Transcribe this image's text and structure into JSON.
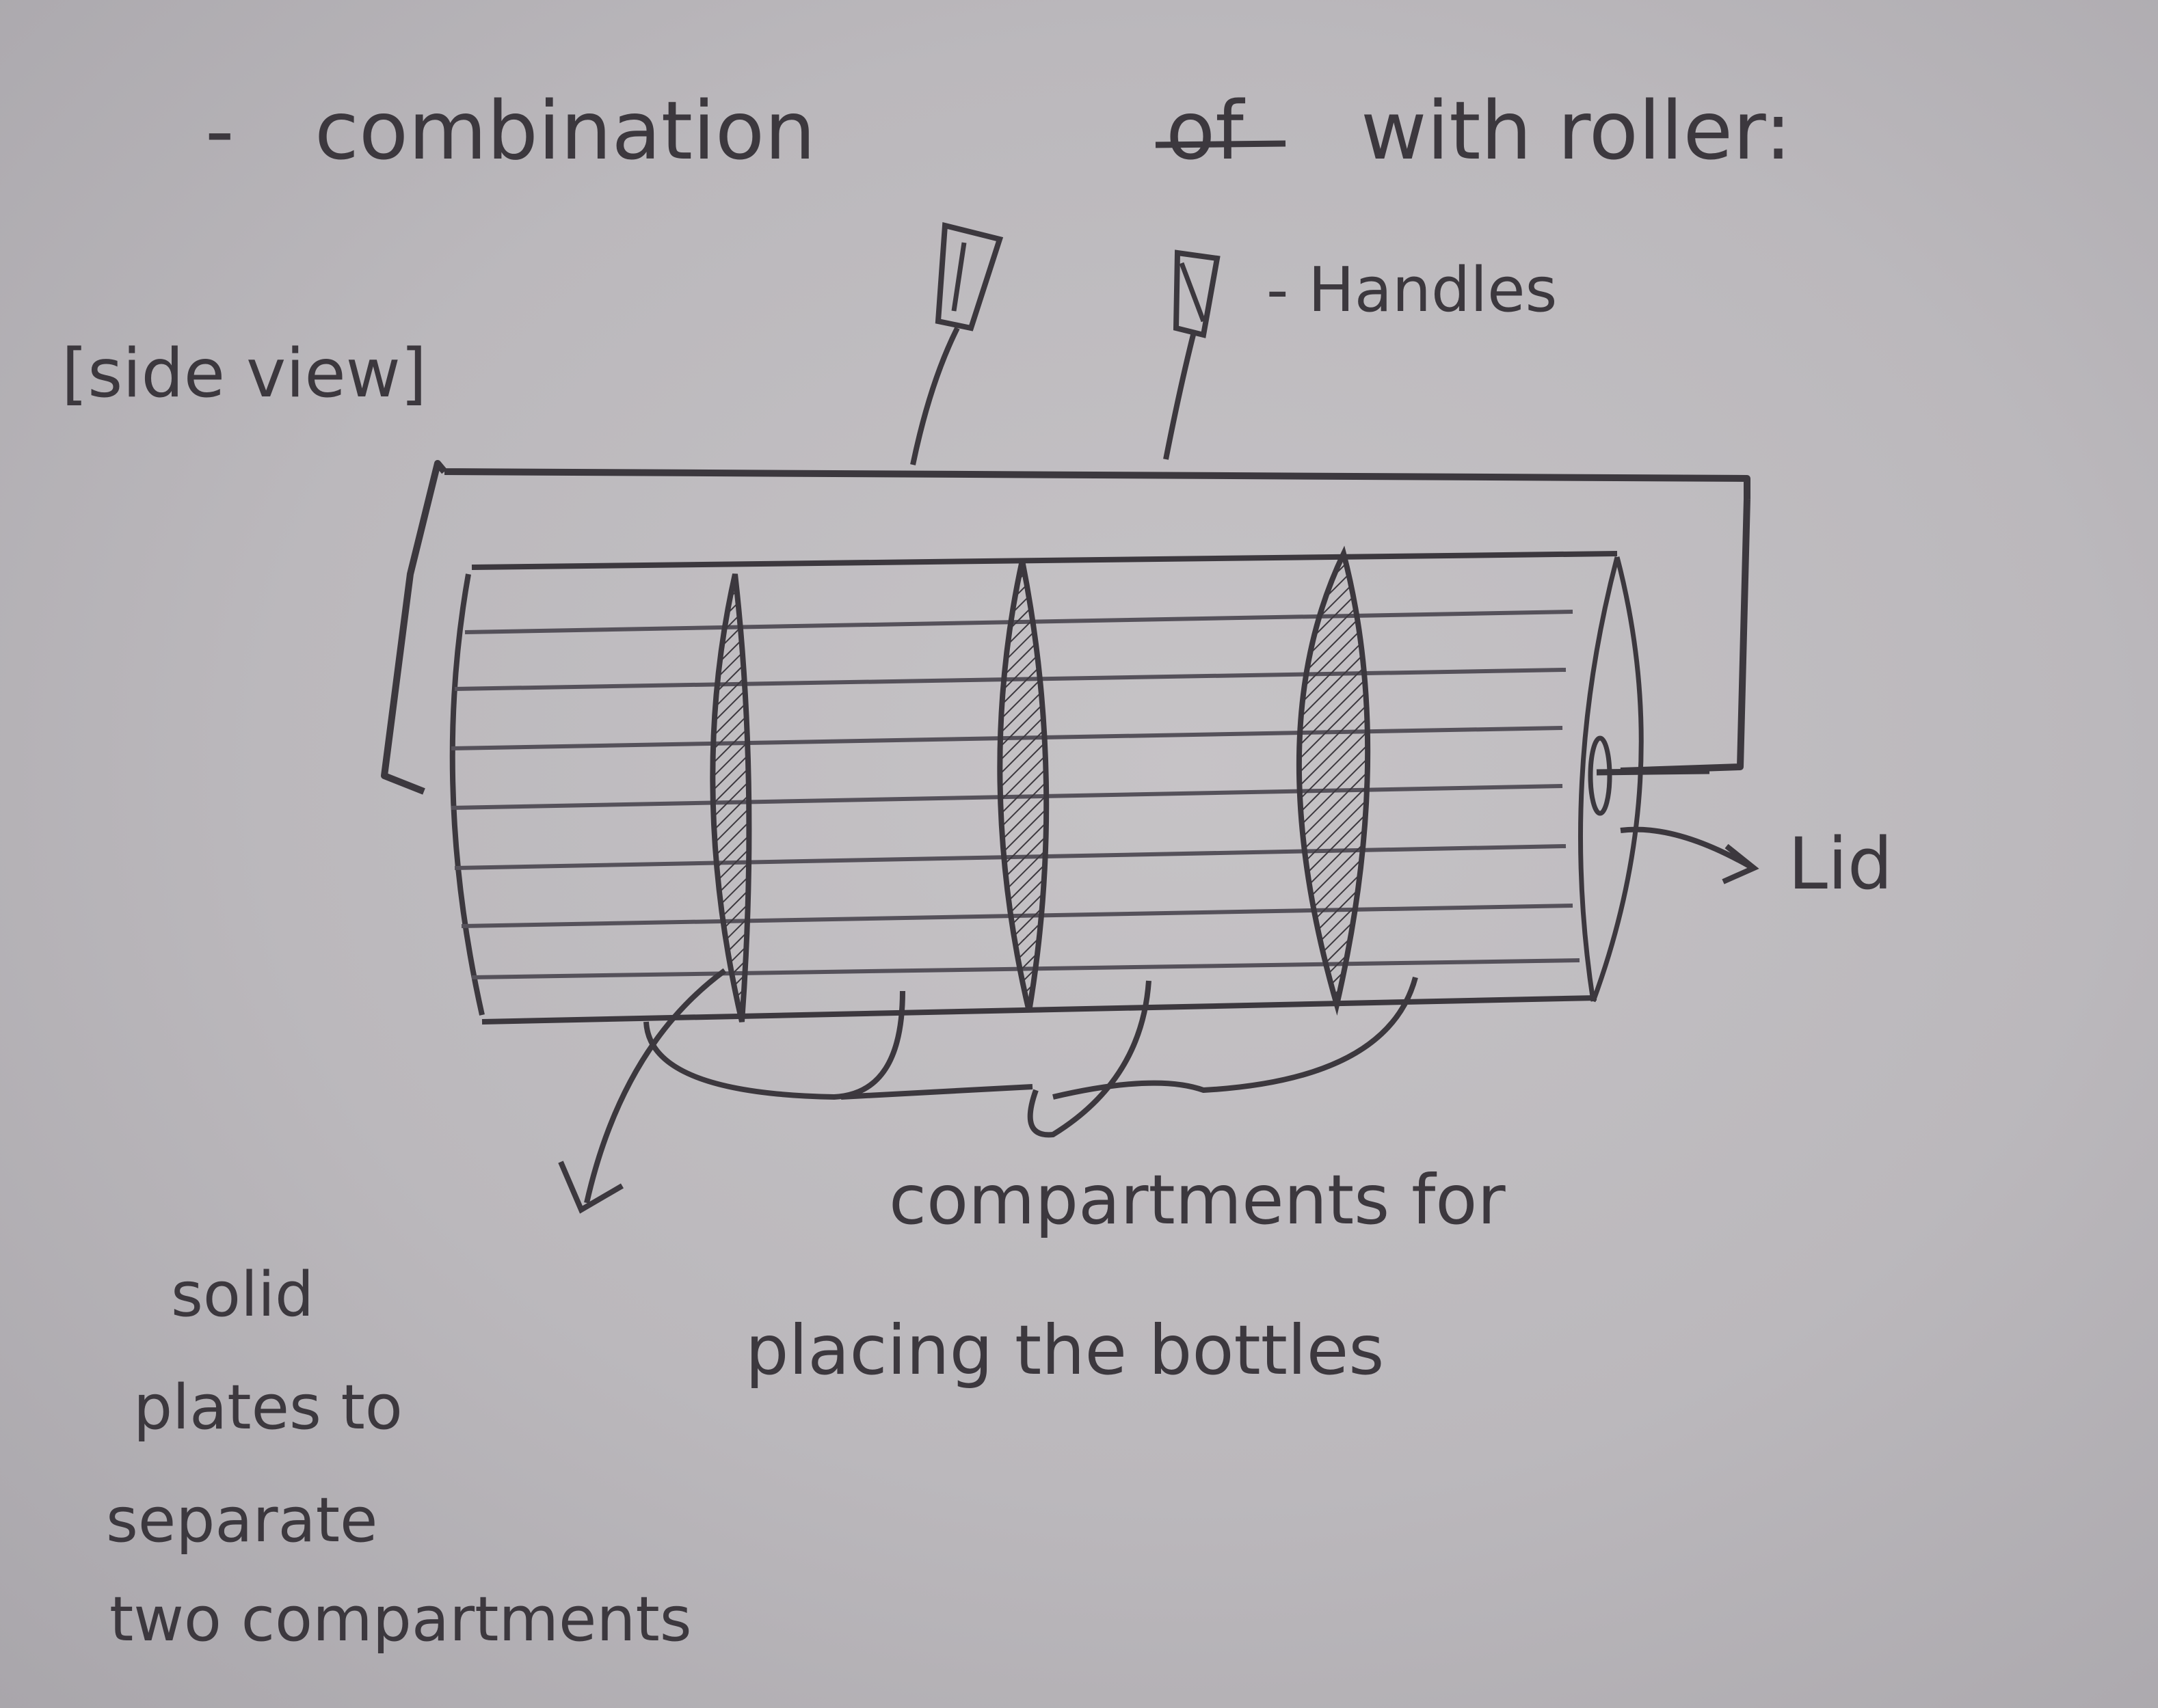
{
  "title": {
    "dash": "-",
    "word1": "combination",
    "struck": "of",
    "rest": "with roller:"
  },
  "labels": {
    "side_view": "[side view]",
    "handles": "- Handles",
    "lid": "Lid",
    "compartments_line1": "compartments for",
    "compartments_line2": "placing the bottles",
    "solid_line1": "solid",
    "solid_line2": "plates to",
    "solid_line3": "separate",
    "solid_line4": "two compartments"
  },
  "colors": {
    "ink": "#3c383e",
    "paper": "#bdb9bd"
  }
}
